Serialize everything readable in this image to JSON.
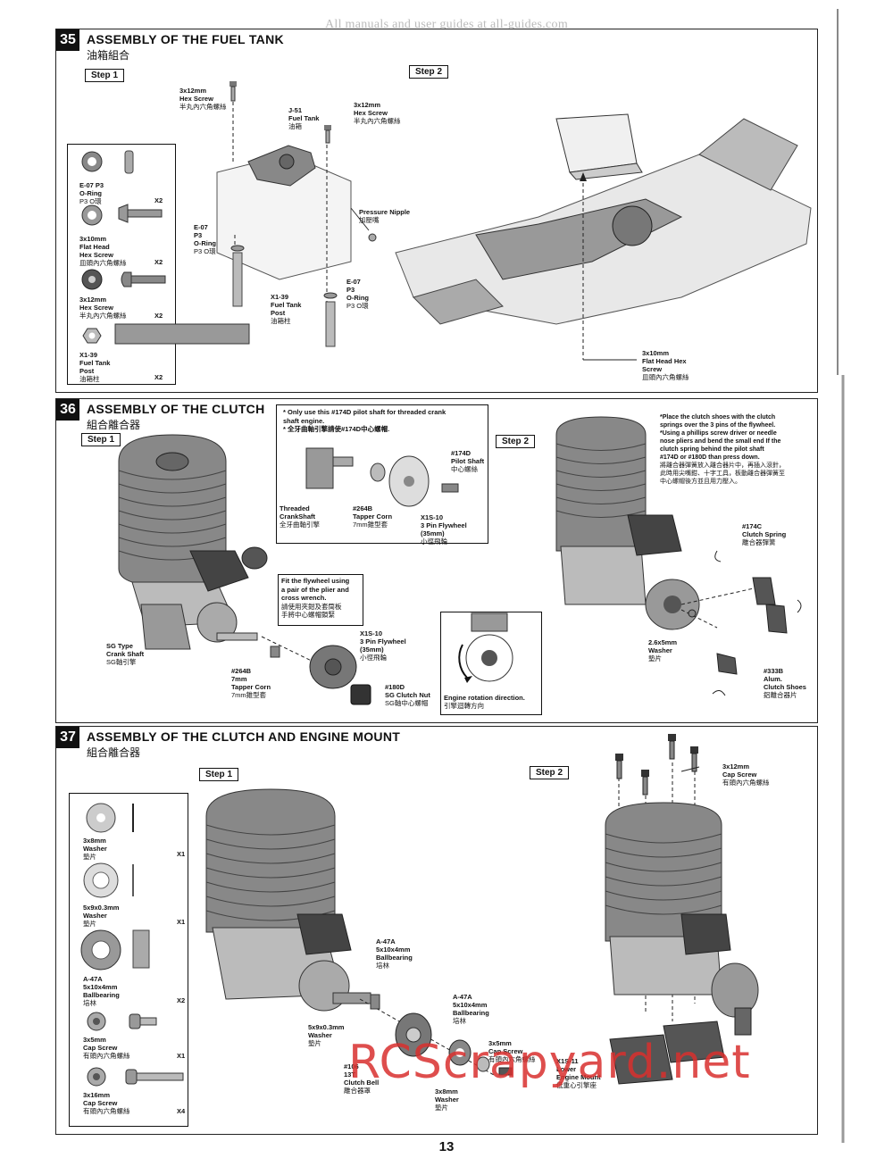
{
  "watermark_top": "All manuals and user guides at all-guides.com",
  "watermark_bottom": "RCScrapyard.net",
  "page_number": "13",
  "sections": [
    {
      "number": "35",
      "title": "ASSEMBLY OF THE FUEL TANK",
      "subtitle": "油箱組合",
      "steps": [
        "Step 1",
        "Step 2"
      ],
      "parts_panel": [
        {
          "label": "E-07 P3\nO-Ring",
          "cn": "P3 O環",
          "qty": "X2"
        },
        {
          "label": "3x10mm\nFlat Head\nHex Screw",
          "cn": "皿頭內六角螺絲",
          "qty": "X2"
        },
        {
          "label": "3x12mm\nHex Screw",
          "cn": "半丸內六角螺絲",
          "qty": "X2"
        },
        {
          "label": "X1-39\nFuel Tank\nPost",
          "cn": "油箱柱",
          "qty": "X2"
        }
      ],
      "callouts": [
        {
          "label": "3x12mm\nHex Screw",
          "cn": "半丸內六角螺絲"
        },
        {
          "label": "J-51\nFuel Tank",
          "cn": "油箱"
        },
        {
          "label": "3x12mm\nHex Screw",
          "cn": "半丸內六角螺絲"
        },
        {
          "label": "Pressure Nipple",
          "cn": "加壓嘴"
        },
        {
          "label": "E-07\nP3\nO-Ring",
          "cn": "P3 O環"
        },
        {
          "label": "E-07\nP3\nO-Ring",
          "cn": "P3 O環"
        },
        {
          "label": "X1-39\nFuel Tank\nPost",
          "cn": "油箱柱"
        },
        {
          "label": "3x10mm\nFlat Head Hex\nScrew",
          "cn": "皿頭內六角螺絲"
        }
      ]
    },
    {
      "number": "36",
      "title": "ASSEMBLY OF THE CLUTCH",
      "subtitle": "組合離合器",
      "steps": [
        "Step 1",
        "Step 2"
      ],
      "pilot_note": {
        "en": "* Only use this #174D pilot shaft for threaded crank\n  shaft engine.",
        "cn": "* 全牙曲軸引擎請使#174D中心螺帽."
      },
      "pilot_parts": [
        {
          "label": "Threaded\nCrankShaft",
          "cn": "全牙曲軸引擎"
        },
        {
          "label": "#264B\nTapper Corn",
          "cn": "7mm錐型套"
        },
        {
          "label": "#174D\nPilot Shaft",
          "cn": "中心螺絲"
        },
        {
          "label": "X1S-10\n3 Pin Flywheel\n(35mm)",
          "cn": "小徑飛輪"
        }
      ],
      "flywheel_note": {
        "en": "Fit the flywheel using\na pair of the plier and\ncross wrench.",
        "cn": "請使用夾鉗及套筒板\n手將中心螺帽鎖緊"
      },
      "step1_callouts": [
        {
          "label": "SG Type\nCrank Shaft",
          "cn": "SG軸引擎"
        },
        {
          "label": "#264B\n7mm\nTapper Corn",
          "cn": "7mm錐型套"
        },
        {
          "label": "X1S-10\n3 Pin Flywheel\n(35mm)",
          "cn": "小徑飛輪"
        },
        {
          "label": "#180D\nSG Clutch Nut",
          "cn": "SG軸中心螺帽"
        }
      ],
      "rotation_note": {
        "en": "Engine rotation direction.",
        "cn": "引擎迴轉方向"
      },
      "clutch_note": {
        "en": "*Place the clutch shoes with the clutch\n springs over the 3 pins of the flywheel.\n*Using a phillips screw driver or needle\n nose pliers and bend the small end If the\n clutch spring behind the pilot shaft\n #174D or #180D than press down.",
        "cn": "將離合器彈簧放入離合器片中，再插入滾針，\n此時用尖嘴鉗、十字工具，板動離合器彈簧至\n中心螺帽後方並且用力壓入。"
      },
      "step2_callouts": [
        {
          "label": "#174C\nClutch Spring",
          "cn": "離合器彈簧"
        },
        {
          "label": "2.6x5mm\nWasher",
          "cn": "墊片"
        },
        {
          "label": "#333B\nAlum.\nClutch Shoes",
          "cn": "鋁離合器片"
        }
      ]
    },
    {
      "number": "37",
      "title": "ASSEMBLY OF THE CLUTCH AND ENGINE MOUNT",
      "subtitle": "組合離合器",
      "steps": [
        "Step 1",
        "Step 2"
      ],
      "parts_panel": [
        {
          "label": "3x8mm\nWasher",
          "cn": "墊片",
          "qty": "X1"
        },
        {
          "label": "5x9x0.3mm\nWasher",
          "cn": "墊片",
          "qty": "X1"
        },
        {
          "label": "A-47A\n5x10x4mm\nBallbearing",
          "cn": "培林",
          "qty": "X2"
        },
        {
          "label": "3x5mm\nCap Screw",
          "cn": "有頭內六角螺絲",
          "qty": "X1"
        },
        {
          "label": "3x16mm\nCap Screw",
          "cn": "有頭內六角螺絲",
          "qty": "X4"
        }
      ],
      "callouts": [
        {
          "label": "A-47A\n5x10x4mm\nBallbearing",
          "cn": "培林"
        },
        {
          "label": "5x9x0.3mm\nWasher",
          "cn": "墊片"
        },
        {
          "label": "A-47A\n5x10x4mm\nBallbearing",
          "cn": "培林"
        },
        {
          "label": "#106\n13T\nClutch Bell",
          "cn": "離合器罩"
        },
        {
          "label": "3x5mm\nCap Screw",
          "cn": "有頭內六角螺絲"
        },
        {
          "label": "3x8mm\nWasher",
          "cn": "墊片"
        },
        {
          "label": "3x12mm\nCap Screw",
          "cn": "有頭內六角螺絲"
        },
        {
          "label": "X1S-11\nLower\nEngine Mount",
          "cn": "低重心引擎座"
        }
      ]
    }
  ]
}
